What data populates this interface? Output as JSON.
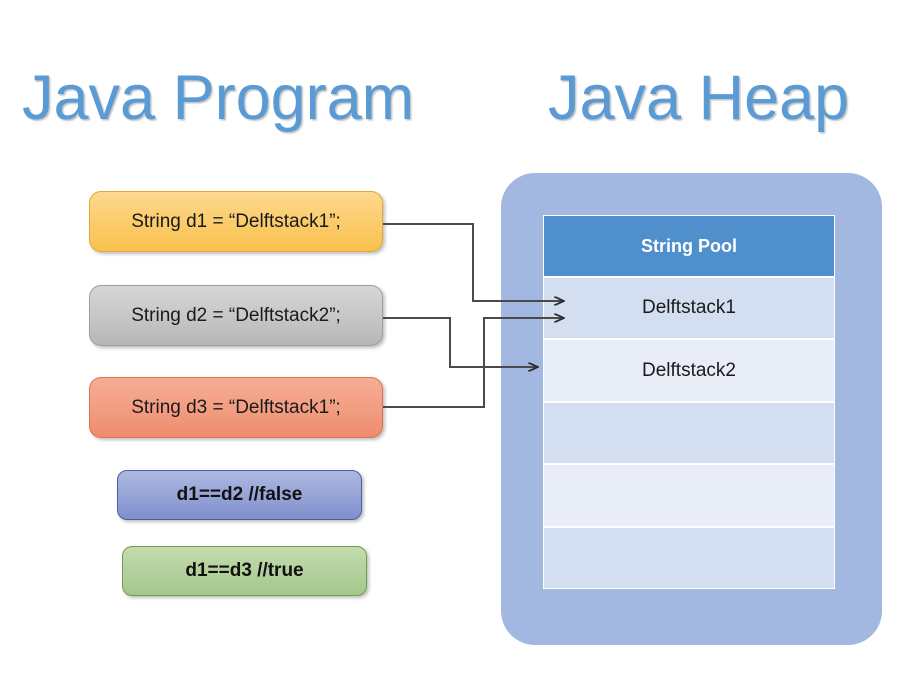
{
  "titles": {
    "left": "Java Program",
    "right": "Java Heap"
  },
  "colors": {
    "title": "#5B9BD5",
    "heap_panel": "#A3B8E0",
    "pool_header": "#4E8FCC",
    "row_shade_a": "#D3DEF0",
    "row_shade_b": "#E8EDF7",
    "box_d1": "#FBCB6A",
    "box_d2": "#C6C6C6",
    "box_d3": "#F29C80",
    "box_false": "#94A3D6",
    "box_true": "#B2D09B",
    "connector": "#4A4A4A"
  },
  "program": {
    "statements": [
      {
        "id": "d1",
        "text": "String d1 = “Delftstack1”;"
      },
      {
        "id": "d2",
        "text": "String d2 = “Delftstack2”;"
      },
      {
        "id": "d3",
        "text": "String d3 = “Delftstack1”;"
      }
    ],
    "comparisons": [
      {
        "id": "cmp-false",
        "text": "d1==d2 //false"
      },
      {
        "id": "cmp-true",
        "text": "d1==d3 //true"
      }
    ]
  },
  "heap": {
    "pool_title": "String Pool",
    "rows": [
      {
        "value": "Delftstack1",
        "shade": "a"
      },
      {
        "value": "Delftstack2",
        "shade": "b"
      },
      {
        "value": "",
        "shade": "a"
      },
      {
        "value": "",
        "shade": "b"
      },
      {
        "value": "",
        "shade": "a"
      }
    ]
  },
  "connectors": [
    {
      "from": "d1",
      "to": "Delftstack1"
    },
    {
      "from": "d2",
      "to": "Delftstack2"
    },
    {
      "from": "d3",
      "to": "Delftstack1"
    }
  ]
}
